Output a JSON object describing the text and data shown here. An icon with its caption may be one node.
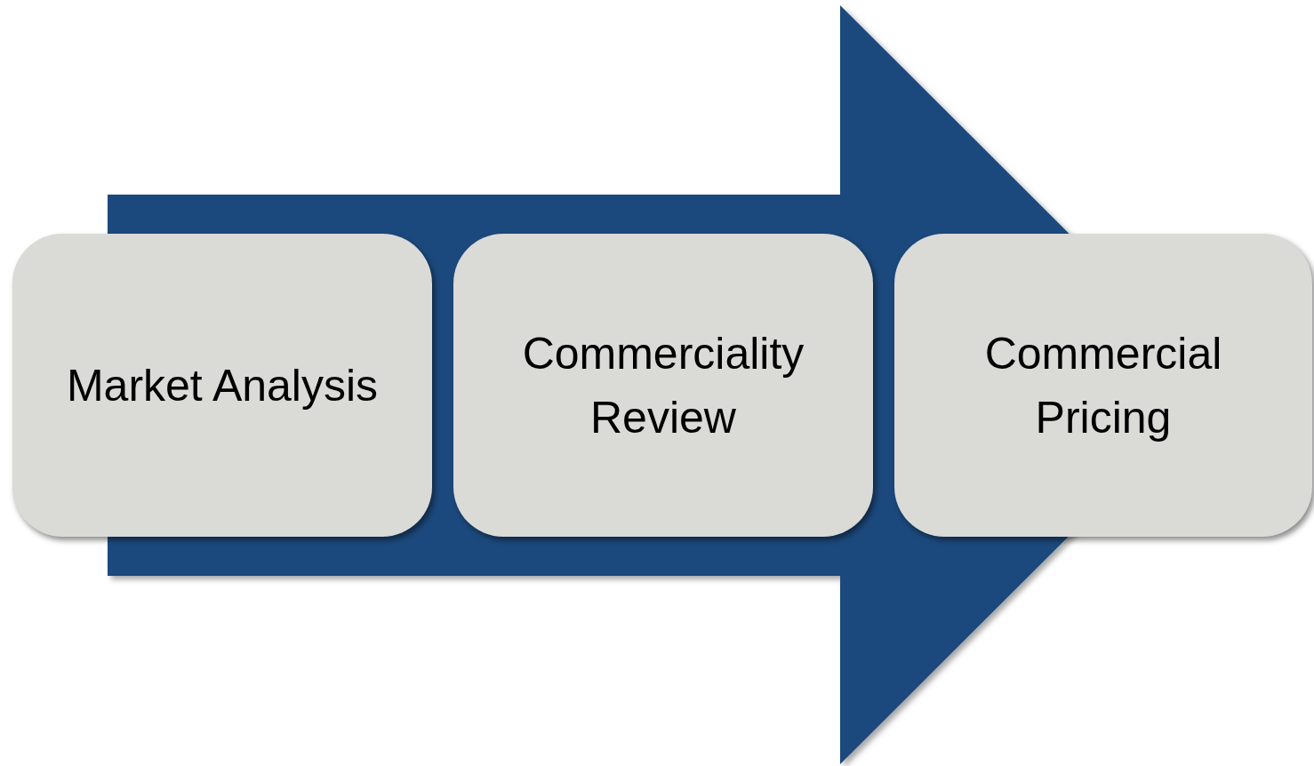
{
  "diagram": {
    "nodes": [
      {
        "text": [
          "Market Analysis"
        ]
      },
      {
        "text": [
          "Commerciality Review"
        ]
      },
      {
        "text": [
          "Commercial Pricing"
        ]
      }
    ],
    "edges": [
      {
        "from": 0,
        "to": 2,
        "arrow": "to"
      }
    ]
  }
}
